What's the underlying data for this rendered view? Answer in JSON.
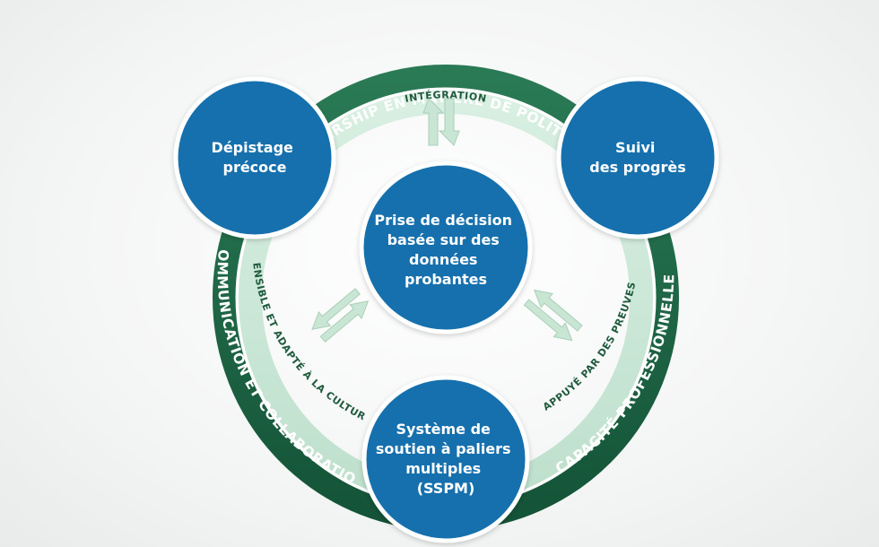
{
  "colors": {
    "outer_ring": "#1e6a47",
    "inner_ring": "#cde8d8",
    "node_fill": "#1270ad",
    "node_border": "#ffffff",
    "arrow": "#c9e6d4",
    "inner_text": "#1f5a3d"
  },
  "outer_ring": {
    "top": "LEADERSHIP EN MATIÈRE DE POLITIQUES",
    "left": "COMMUNICATION ET COLLABORATION",
    "right": "CAPACITÉ PROFESSIONNELLE"
  },
  "inner_ring": {
    "top": "INTÉGRATION",
    "left": "SENSIBLE ET ADAPTÉ À LA CULTURE",
    "right": "APPUYÉ PAR DES PREUVES"
  },
  "nodes": {
    "center": [
      "Prise de décision",
      "basée sur des",
      "données",
      "probantes"
    ],
    "top_left": [
      "Dépistage",
      "précoce"
    ],
    "top_right": [
      "Suivi",
      "des progrès"
    ],
    "bottom": [
      "Système de",
      "soutien à paliers",
      "multiples",
      "(SSPM)"
    ]
  },
  "icons": {
    "top": "bidirectional-arrows-icon",
    "left": "bidirectional-arrows-icon",
    "right": "bidirectional-arrows-icon"
  }
}
